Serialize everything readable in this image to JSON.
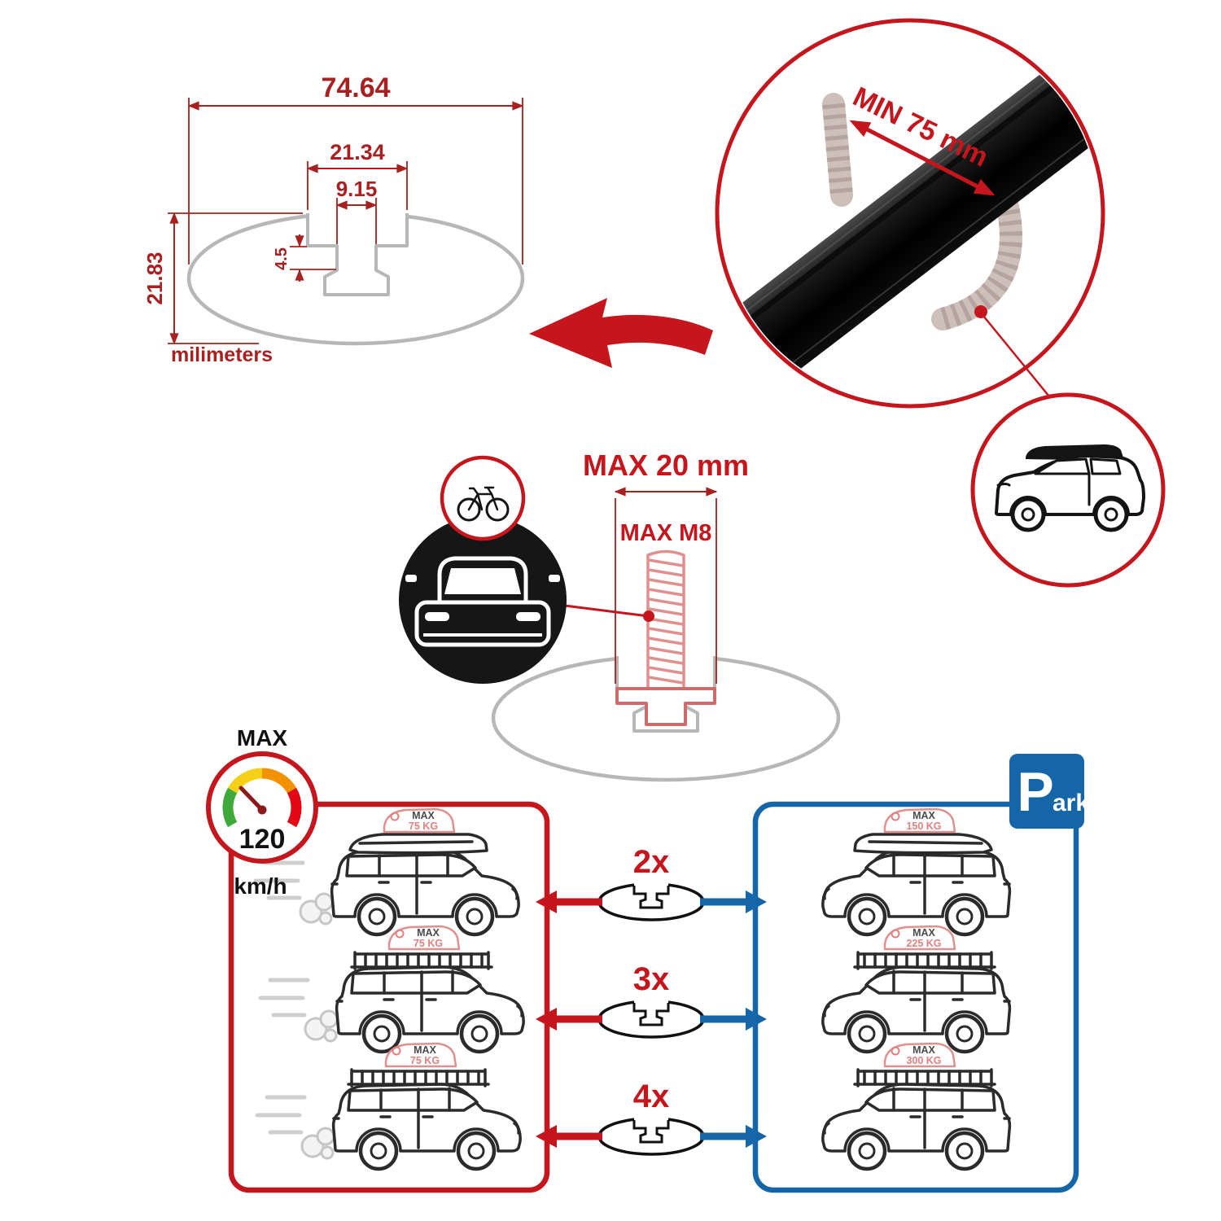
{
  "colors": {
    "red": "#c4161c",
    "blue": "#1566a8",
    "dim": "#a8201f",
    "gray": "#b7b7b7",
    "pink": "#e0908f",
    "pinktext": "#e0807f",
    "dark": "#1a1a1a"
  },
  "cross_section": {
    "overall_width": "74.64",
    "slot_outer": "21.34",
    "slot_inner": "9.15",
    "lip_height": "4.5",
    "overall_height": "21.83",
    "units_label": "milimeters"
  },
  "bar_detail": {
    "min_span_label": "MIN 75 mm"
  },
  "bolt": {
    "max_width_label": "MAX 20 mm",
    "max_thread_label": "MAX M8"
  },
  "driving_panel": {
    "speed_badge": {
      "label": "MAX",
      "value": "120",
      "unit": "km/h"
    },
    "cars": [
      {
        "tag_max": "MAX",
        "tag_value": "75 KG"
      },
      {
        "tag_max": "MAX",
        "tag_value": "75 KG"
      },
      {
        "tag_max": "MAX",
        "tag_value": "75 KG"
      }
    ]
  },
  "parked_panel": {
    "sign": {
      "letter": "P",
      "suffix": "ark"
    },
    "cars": [
      {
        "tag_max": "MAX",
        "tag_value": "150 KG"
      },
      {
        "tag_max": "MAX",
        "tag_value": "225 KG"
      },
      {
        "tag_max": "MAX",
        "tag_value": "300 KG"
      }
    ]
  },
  "quantities": [
    {
      "label": "2x"
    },
    {
      "label": "3x"
    },
    {
      "label": "4x"
    }
  ]
}
